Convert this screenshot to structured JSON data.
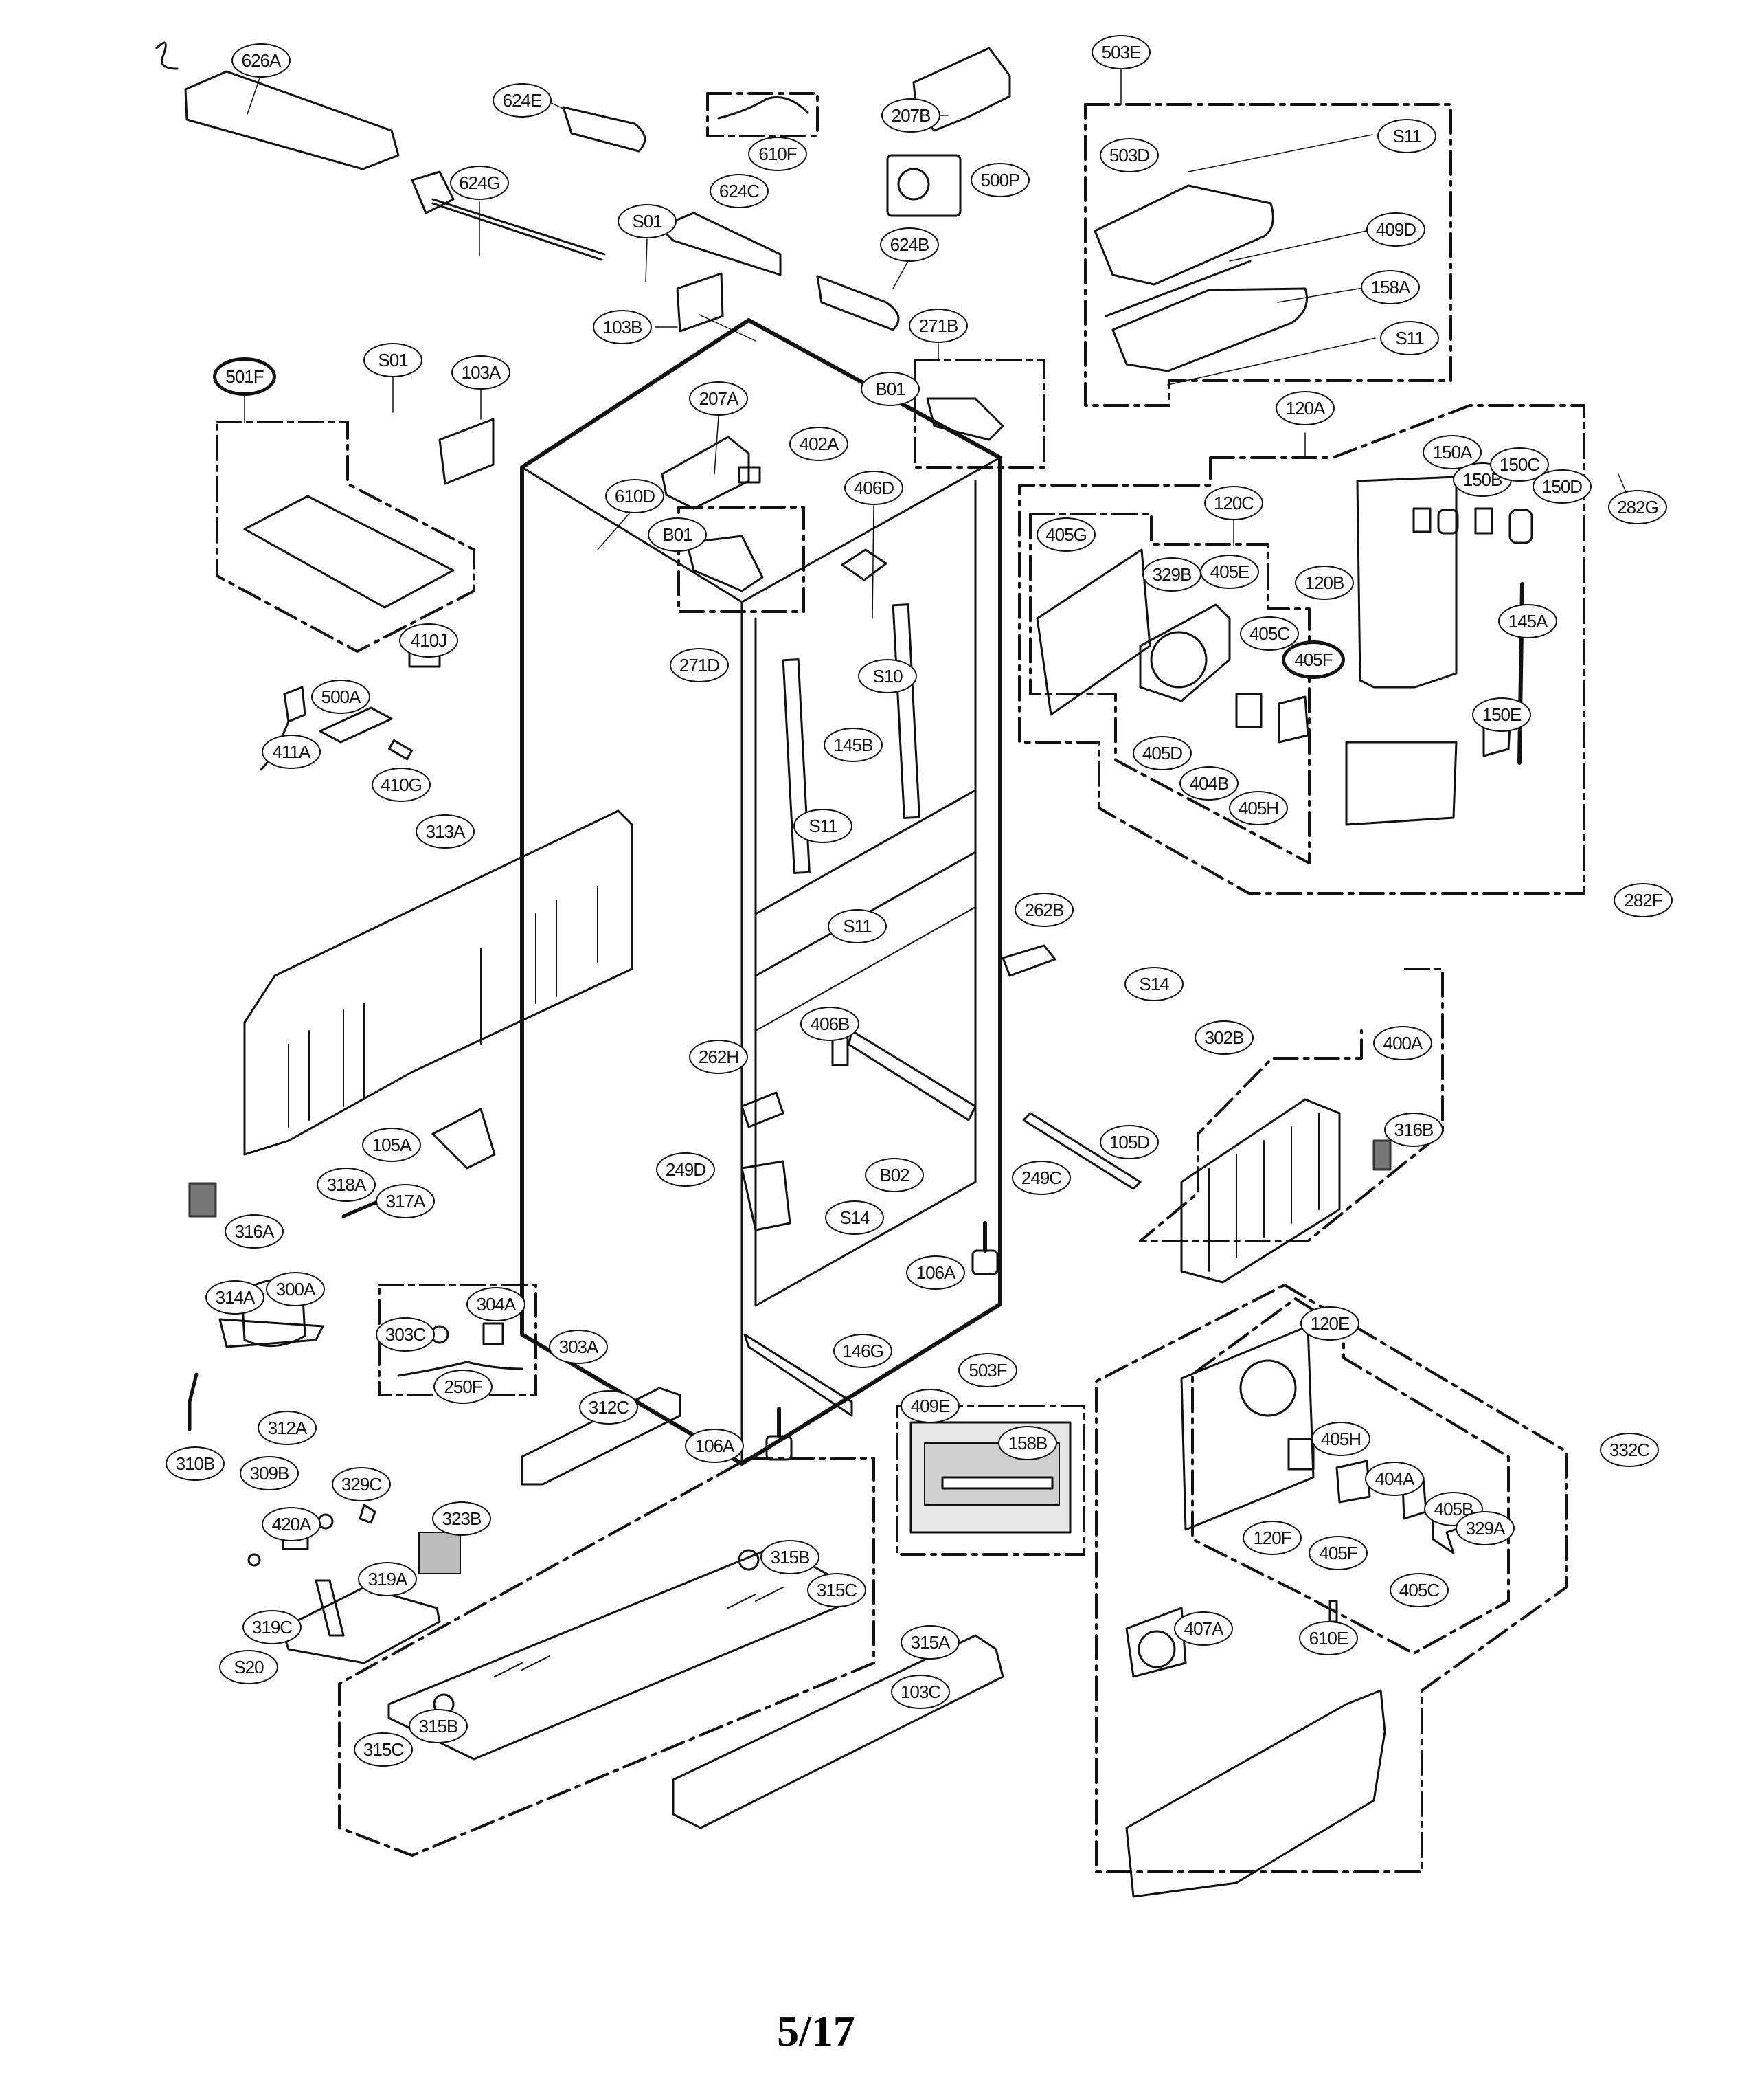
{
  "document": {
    "type": "exploded-parts-diagram",
    "subject": "refrigerator cabinet and machine compartment",
    "page_number": "5/17"
  },
  "callouts": [
    {
      "id": "626A"
    },
    {
      "id": "624E"
    },
    {
      "id": "610F"
    },
    {
      "id": "207B"
    },
    {
      "id": "503E"
    },
    {
      "id": "624G"
    },
    {
      "id": "S11"
    },
    {
      "id": "503D"
    },
    {
      "id": "500P"
    },
    {
      "id": "624C"
    },
    {
      "id": "S01"
    },
    {
      "id": "409D"
    },
    {
      "id": "624B"
    },
    {
      "id": "158A"
    },
    {
      "id": "103B"
    },
    {
      "id": "271B"
    },
    {
      "id": "S11"
    },
    {
      "id": "501F",
      "emphasized": true
    },
    {
      "id": "S01"
    },
    {
      "id": "103A"
    },
    {
      "id": "207A"
    },
    {
      "id": "B01"
    },
    {
      "id": "402A"
    },
    {
      "id": "120A"
    },
    {
      "id": "610D"
    },
    {
      "id": "406D"
    },
    {
      "id": "150A"
    },
    {
      "id": "150B"
    },
    {
      "id": "150C"
    },
    {
      "id": "150D"
    },
    {
      "id": "120C"
    },
    {
      "id": "282G"
    },
    {
      "id": "B01"
    },
    {
      "id": "405G"
    },
    {
      "id": "329B"
    },
    {
      "id": "405E"
    },
    {
      "id": "120B"
    },
    {
      "id": "405C"
    },
    {
      "id": "405F",
      "emphasized": true
    },
    {
      "id": "271D"
    },
    {
      "id": "S10"
    },
    {
      "id": "145A"
    },
    {
      "id": "410J"
    },
    {
      "id": "500A"
    },
    {
      "id": "145B"
    },
    {
      "id": "150E"
    },
    {
      "id": "405D"
    },
    {
      "id": "411A"
    },
    {
      "id": "410G"
    },
    {
      "id": "404B"
    },
    {
      "id": "405H"
    },
    {
      "id": "313A"
    },
    {
      "id": "S11"
    },
    {
      "id": "S11"
    },
    {
      "id": "262B"
    },
    {
      "id": "S14"
    },
    {
      "id": "282F"
    },
    {
      "id": "302B"
    },
    {
      "id": "400A"
    },
    {
      "id": "406B"
    },
    {
      "id": "262H"
    },
    {
      "id": "316B"
    },
    {
      "id": "105A"
    },
    {
      "id": "105D"
    },
    {
      "id": "249D"
    },
    {
      "id": "B02"
    },
    {
      "id": "249C"
    },
    {
      "id": "318A"
    },
    {
      "id": "317A"
    },
    {
      "id": "S14"
    },
    {
      "id": "316A"
    },
    {
      "id": "106A"
    },
    {
      "id": "120E"
    },
    {
      "id": "314A"
    },
    {
      "id": "300A"
    },
    {
      "id": "304A"
    },
    {
      "id": "303C"
    },
    {
      "id": "303A"
    },
    {
      "id": "250F"
    },
    {
      "id": "146G"
    },
    {
      "id": "503F"
    },
    {
      "id": "312C"
    },
    {
      "id": "409E"
    },
    {
      "id": "158B"
    },
    {
      "id": "106A"
    },
    {
      "id": "312A"
    },
    {
      "id": "405H"
    },
    {
      "id": "310B"
    },
    {
      "id": "332C"
    },
    {
      "id": "309B"
    },
    {
      "id": "404A"
    },
    {
      "id": "329C"
    },
    {
      "id": "405B"
    },
    {
      "id": "420A"
    },
    {
      "id": "323B"
    },
    {
      "id": "329A"
    },
    {
      "id": "120F"
    },
    {
      "id": "405F"
    },
    {
      "id": "405C"
    },
    {
      "id": "315B"
    },
    {
      "id": "315C"
    },
    {
      "id": "319A"
    },
    {
      "id": "315A"
    },
    {
      "id": "319C"
    },
    {
      "id": "407A"
    },
    {
      "id": "610E"
    },
    {
      "id": "S20"
    },
    {
      "id": "103C"
    },
    {
      "id": "315B"
    },
    {
      "id": "315C"
    }
  ]
}
